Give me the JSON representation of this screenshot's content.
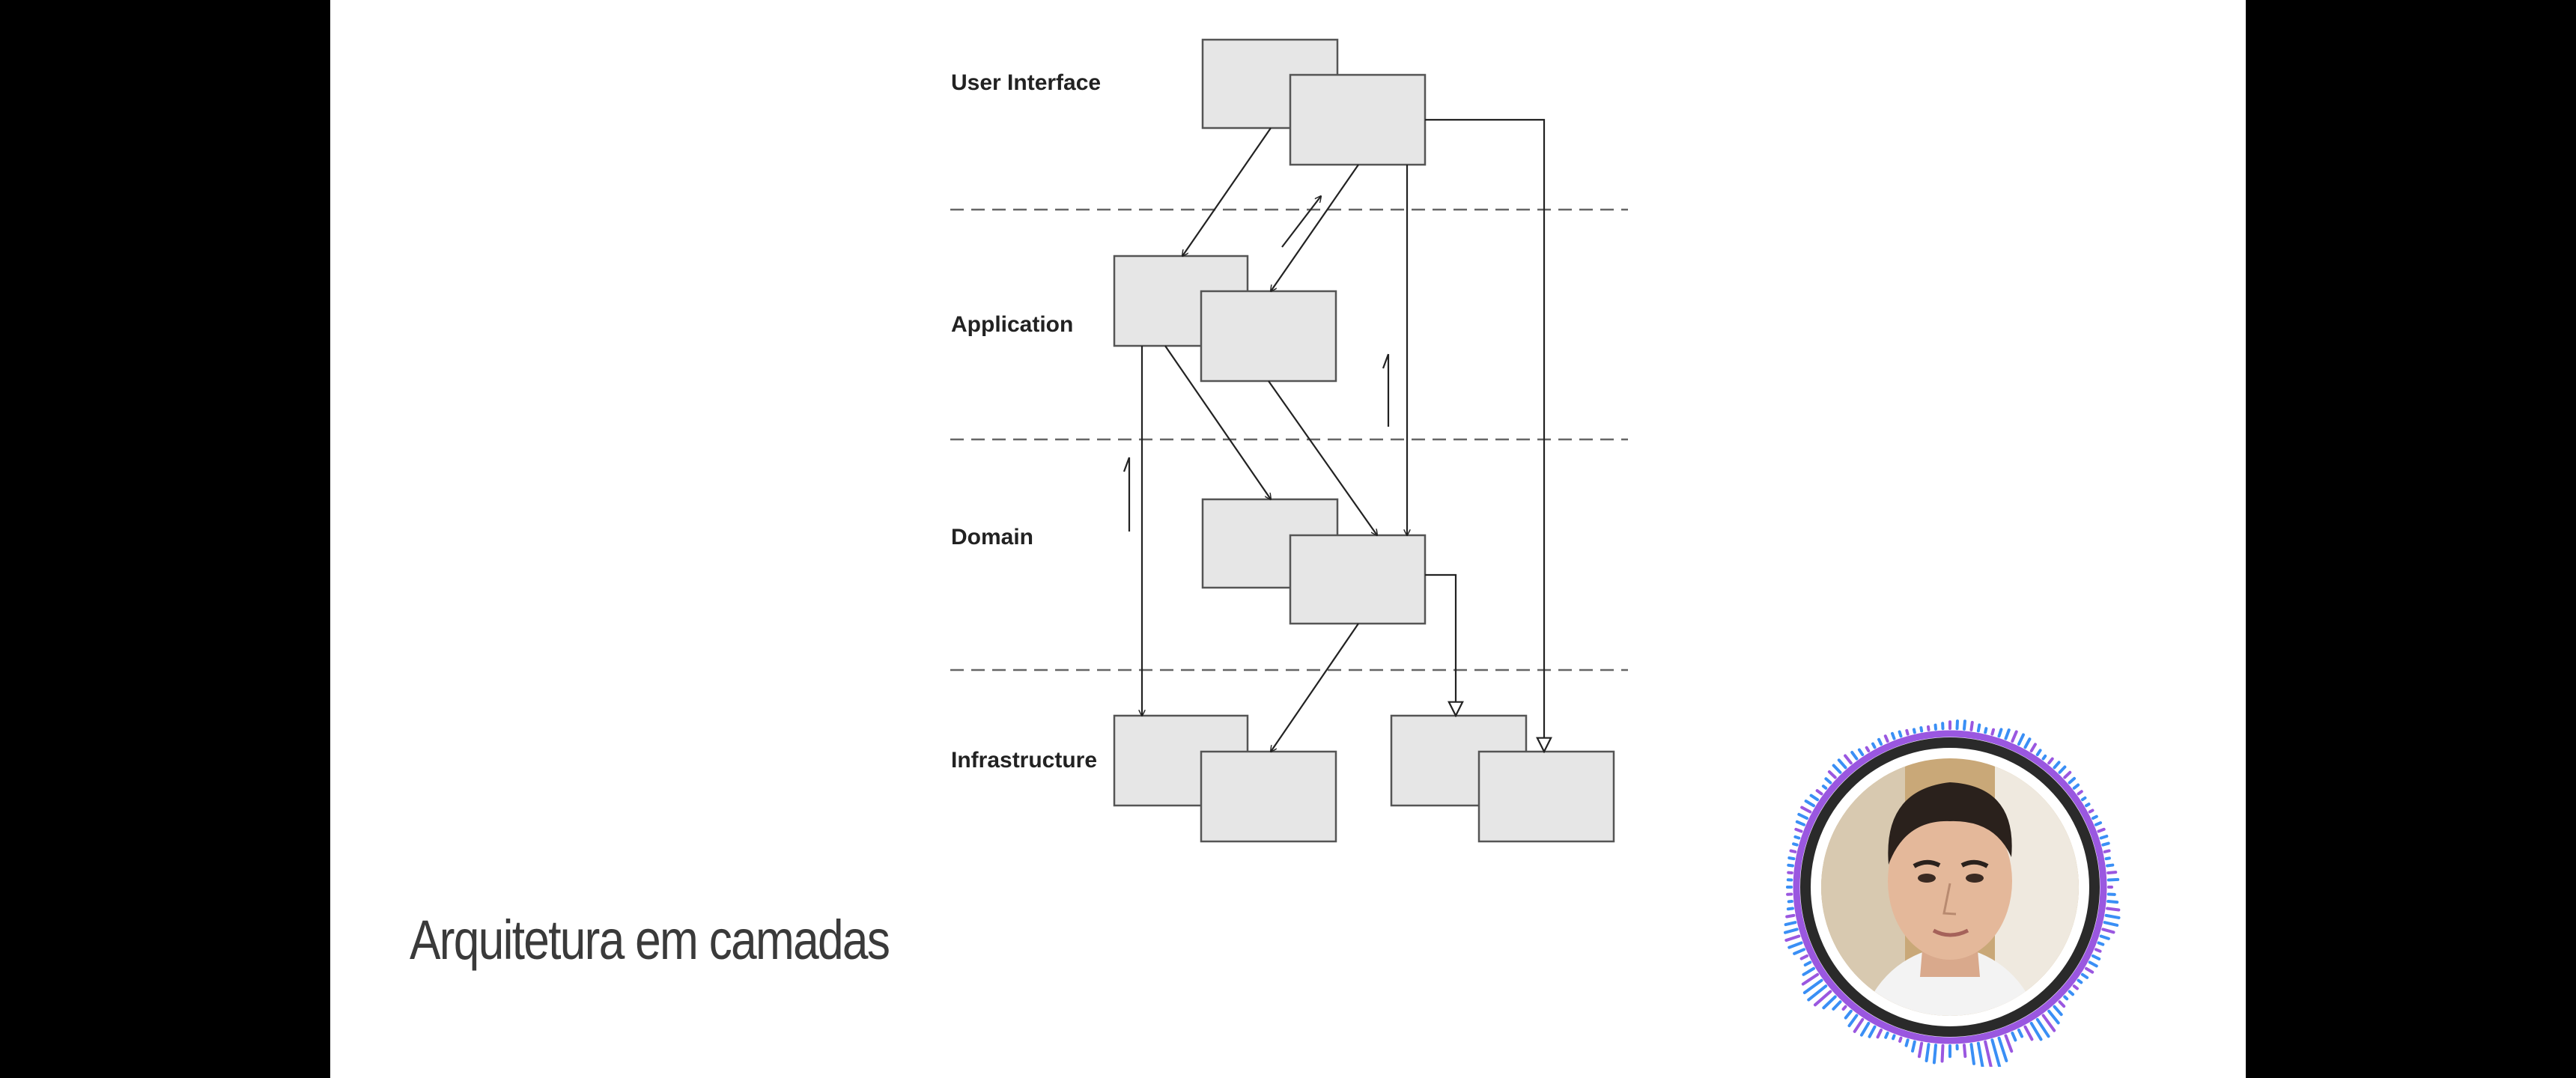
{
  "slide": {
    "title": "Arquitetura em camadas"
  },
  "diagram": {
    "layers": [
      {
        "name": "User Interface"
      },
      {
        "name": "Application"
      },
      {
        "name": "Domain"
      },
      {
        "name": "Infrastructure"
      }
    ]
  },
  "webcam": {
    "label": "presenter-avatar"
  },
  "colors": {
    "background": "#000000",
    "slide": "#ffffff",
    "box_fill": "#e6e6e6",
    "box_stroke": "#555555",
    "arrow": "#222222",
    "title": "#3a3a3a",
    "ring_blue": "#3a8ff5",
    "ring_purple": "#9a57e0"
  }
}
